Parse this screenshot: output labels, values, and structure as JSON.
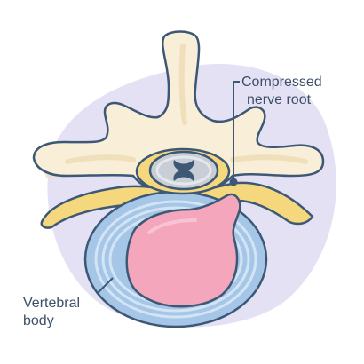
{
  "labels": {
    "nerve_line1": "Compressed",
    "nerve_line2": "nerve root",
    "body_line1": "Vertebral",
    "body_line2": "body"
  },
  "colors": {
    "background_blob": "#e4e1f4",
    "bone_fill": "#f9efd8",
    "bone_shade": "#efdfba",
    "outline": "#3d5874",
    "nerve_yellow": "#f5d77e",
    "cord_gray": "#c9ced6",
    "disc_outer": "#a6c6e8",
    "disc_rings": "#d3e5f5",
    "herniation_pink": "#f4a6bd",
    "label_text": "#3d4f68"
  }
}
